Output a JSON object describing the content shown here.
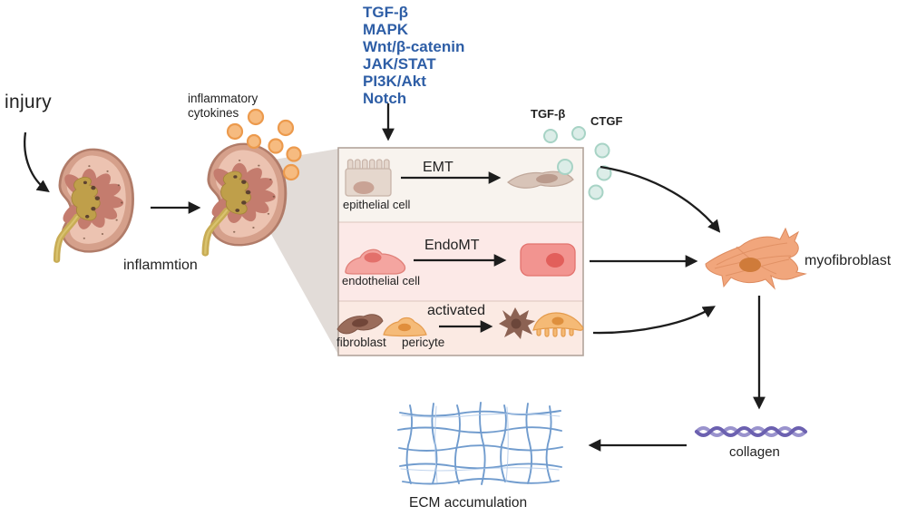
{
  "diagram": {
    "labels": {
      "injury": "injury",
      "inflammatory_cytokines": "inflammatory\ncytokines",
      "inflammation": "inflammtion",
      "tgf_beta": "TGF-β",
      "ctgf": "CTGF",
      "emt": "EMT",
      "epithelial_cell": "epithelial cell",
      "endomt": "EndoMT",
      "endothelial_cell": "endothelial cell",
      "activated": "activated",
      "fibroblast": "fibroblast",
      "pericyte": "pericyte",
      "myofibroblast": "myofibroblast",
      "collagen": "collagen",
      "ecm_accumulation": "ECM accumulation"
    },
    "pathways": [
      "TGF-β",
      "MAPK",
      "Wnt/β-catenin",
      "JAK/STAT",
      "PI3K/Akt",
      "Notch"
    ],
    "colors": {
      "pathway_text": "#2e5ea6",
      "label_text": "#222222",
      "cytokine_orange": "#f6bb80",
      "growth_factor_teal": "#dcede8",
      "kidney_cortex": "#d5a08b",
      "kidney_pelvis": "#bf9f4a",
      "panel_top_bg": "#f8f3ee",
      "panel_mid_bg": "#fce9e7",
      "panel_bottom_bg": "#fbeae3",
      "myofibroblast_orange": "#f1a67c",
      "collagen_purple": "#6c61b0",
      "ecm_blue": "#6292c9"
    }
  }
}
